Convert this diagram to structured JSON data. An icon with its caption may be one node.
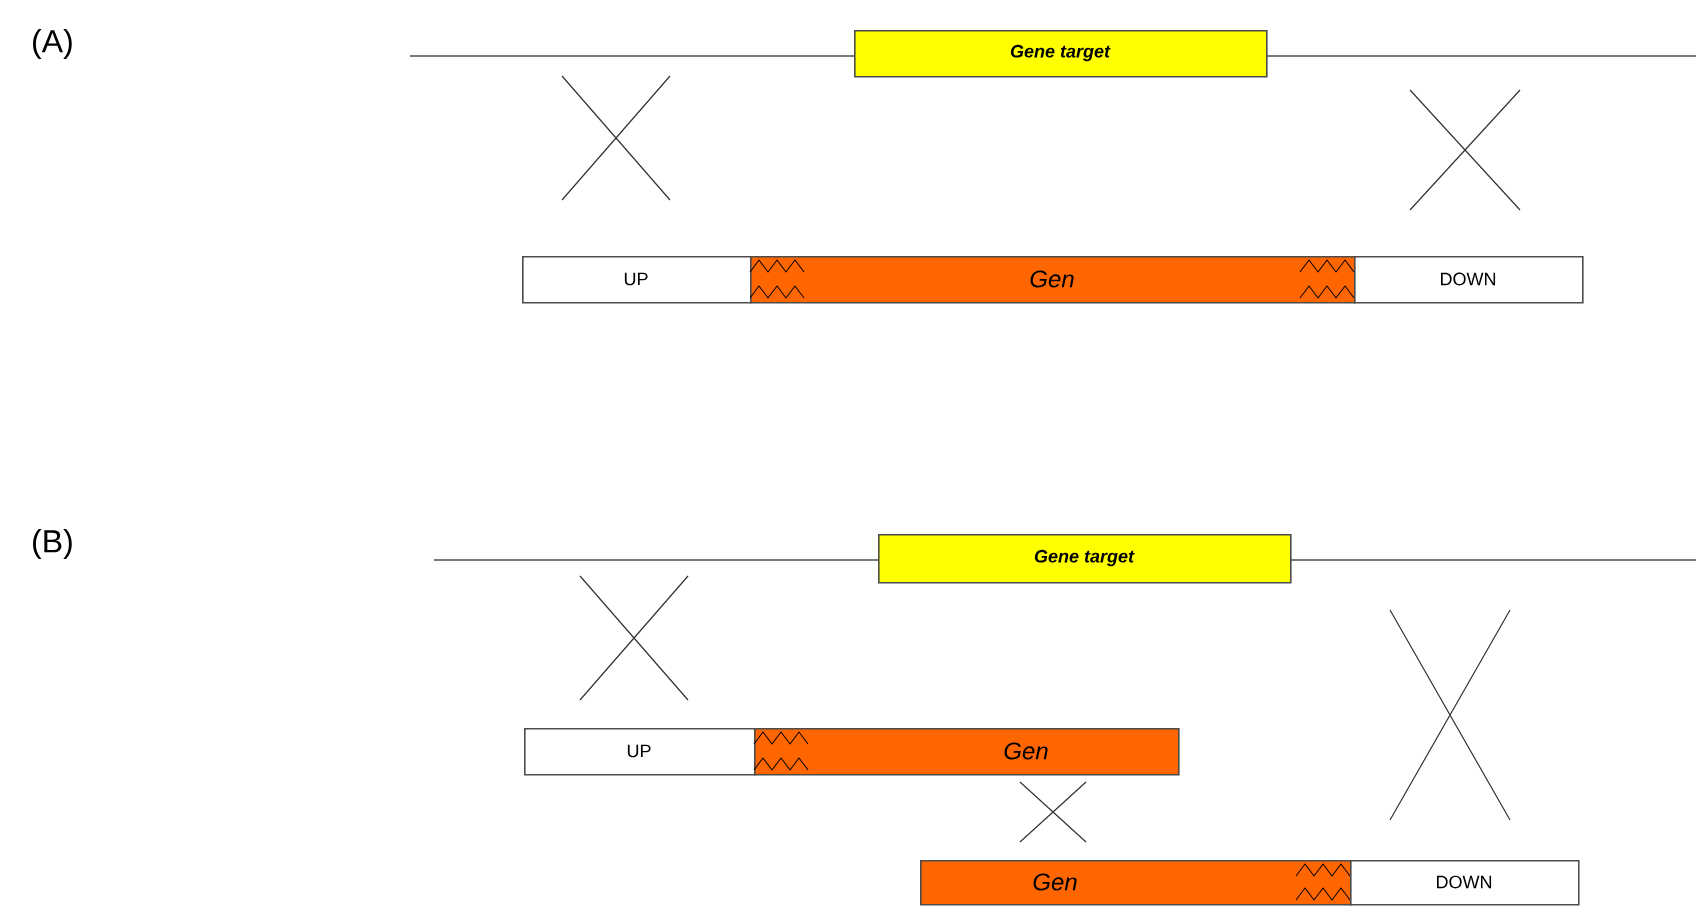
{
  "diagram": {
    "nodes": [
      {
        "text": [
          "Gene target"
        ]
      },
      {
        "text": [
          "UP"
        ]
      },
      {
        "text": [
          "Gen"
        ]
      },
      {
        "text": [
          "DOWN"
        ]
      },
      {
        "text": [
          "Gene target"
        ]
      },
      {
        "text": [
          "UP"
        ]
      },
      {
        "text": [
          "Gen"
        ]
      },
      {
        "text": [
          "Gen"
        ]
      },
      {
        "text": [
          "DOWN"
        ]
      }
    ],
    "labels": [
      "(A)",
      "(B)"
    ]
  }
}
